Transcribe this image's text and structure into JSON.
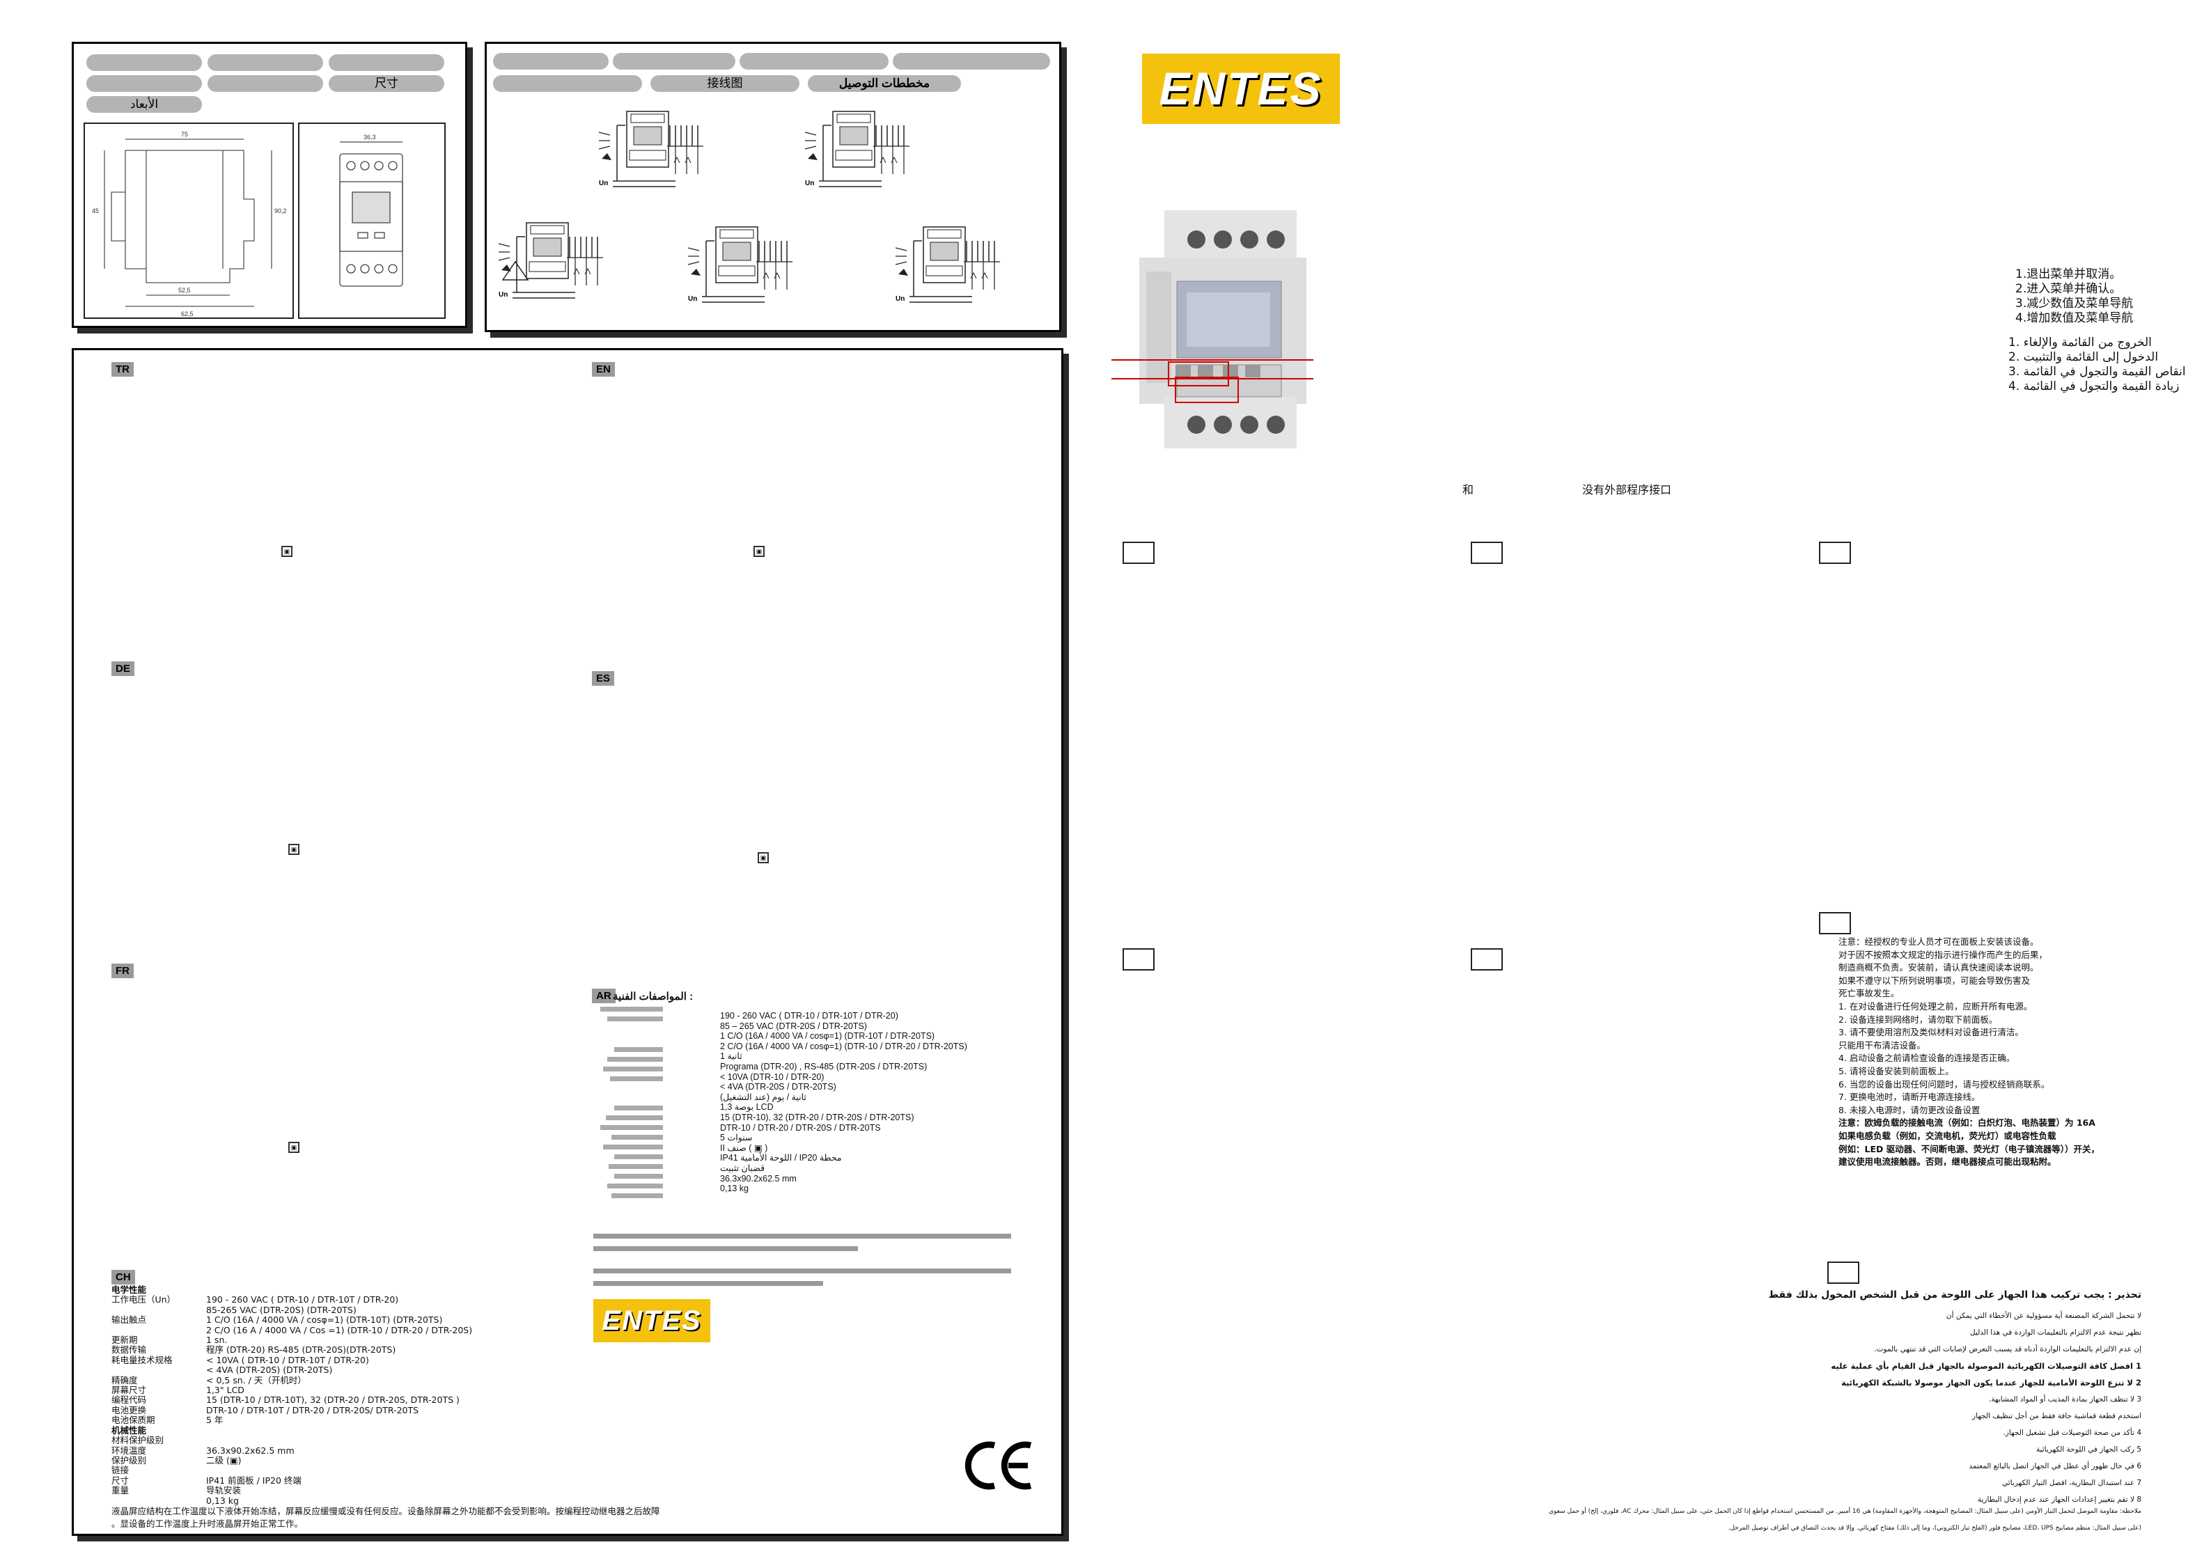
{
  "dimensions_panel": {
    "pills_row1": [
      "",
      "",
      ""
    ],
    "pill_label_cn": "尺寸",
    "pill_label_ar": "الأبعاد"
  },
  "wiring_panel": {
    "pills_row1": [
      "",
      "",
      "",
      ""
    ],
    "pill_label_cn": "接线图",
    "pill_label_ar": "مخططات التوصيل"
  },
  "language_tags": [
    "TR",
    "EN",
    "DE",
    "ES",
    "FR",
    "AR",
    "CH"
  ],
  "brand": {
    "logo_text": "ENTES",
    "logo_color": "#f4c20d"
  },
  "button_legend_cn": [
    "1.退出菜单并取消。",
    "2.进入菜单并确认。",
    "3.减少数值及菜单导航",
    "4.增加数值及菜单导航"
  ],
  "button_legend_ar": [
    "1. الخروج من القائمة والإلغاء",
    "2. الدخول إلى القائمة والتثبيت",
    "3. انقاص القيمة والتجول في القائمة",
    "4. زيادة القيمة والتجول في القائمة"
  ],
  "port_note_cn": {
    "left": "和",
    "right": "没有外部程序接口"
  },
  "ch_specs": {
    "title": "电学性能",
    "rows": [
      {
        "k": "工作电压（Un）",
        "v": "190 - 260 VAC ( DTR-10 / DTR-10T / DTR-20)"
      },
      {
        "k": "",
        "v": "85-265 VAC (DTR-20S) (DTR-20TS)"
      },
      {
        "k": "输出触点",
        "v": "1 C/O (16A / 4000 VA / cosφ=1) (DTR-10T) (DTR-20TS)"
      },
      {
        "k": "",
        "v": "2 C/O (16 A / 4000 VA / Cos  =1) (DTR-10 / DTR-20 / DTR-20S)"
      },
      {
        "k": "更新期",
        "v": "1 sn."
      },
      {
        "k": "数据传输",
        "v": "程序 (DTR-20) RS-485 (DTR-20S)(DTR-20TS)"
      },
      {
        "k": "耗电量技术规格",
        "v": "< 10VA ( DTR-10 / DTR-10T / DTR-20)"
      },
      {
        "k": "",
        "v": "< 4VA (DTR-20S) (DTR-20TS)"
      },
      {
        "k": "精确度",
        "v": "< 0,5 sn. / 天（开机时）"
      },
      {
        "k": "屏幕尺寸",
        "v": "1,3\" LCD"
      },
      {
        "k": "编程代码",
        "v": "15 (DTR-10 / DTR-10T), 32 (DTR-20 / DTR-20S, DTR-20TS )"
      },
      {
        "k": "电池更换",
        "v": "DTR-10 / DTR-10T / DTR-20 / DTR-20S/ DTR-20TS"
      },
      {
        "k": "电池保质期",
        "v": "5 年"
      }
    ],
    "mech_title": "机械性能",
    "mech_rows": [
      {
        "k": "材料保护级别",
        "v": ""
      },
      {
        "k": "环境温度",
        "v": "36.3x90.2x62.5 mm"
      },
      {
        "k": "保护级别",
        "v": "二级 (▣)"
      },
      {
        "k": "链接",
        "v": ""
      },
      {
        "k": "尺寸",
        "v": "IP41 前面板 / IP20 终端"
      },
      {
        "k": "重量",
        "v": "导轨安装"
      },
      {
        "k": "",
        "v": "0,13 kg"
      }
    ],
    "footer": "液晶屏应结构在工作温度以下液体开始冻结，屏幕反应缓慢或没有任何反应。设备除屏幕之外功能都不会受到影响。按编程控动继电器之后故障",
    "footer2": "。显设备的工作温度上升时液晶屏开始正常工作。"
  },
  "ar_specs": {
    "title": "المواصفات الفنية :",
    "values": [
      "190 - 260 VAC ( DTR-10 / DTR-10T / DTR-20)",
      "85 – 265 VAC (DTR-20S / DTR-20TS)",
      "1 C/O (16A / 4000 VA / cosφ=1) (DTR-10T / DTR-20TS)",
      "2 C/O (16A / 4000 VA / cosφ=1) (DTR-10 / DTR-20 / DTR-20TS)",
      "1 ثانية",
      "Programa (DTR-20) , RS-485 (DTR-20S / DTR-20TS)",
      "< 10VA (DTR-10 / DTR-20)",
      "< 4VA (DTR-20S / DTR-20TS)",
      "(عند التشغيل) ثانية / يوم",
      "1,3 بوصة LCD",
      "15 (DTR-10), 32 (DTR-20 / DTR-20S / DTR-20TS)",
      "DTR-10 / DTR-20 / DTR-20S / DTR-20TS",
      "5 سنوات",
      "II صنف ( ▣ )",
      "",
      "IP41 اللوحة الأمامية / IP20 محطة",
      "قضبان تثبيت",
      "36.3x90.2x62.5 mm",
      "0,13 kg"
    ]
  },
  "ch_warning": {
    "lines": [
      "注意：经授权的专业人员才可在面板上安装该设备。",
      "对于因不按照本文规定的指示进行操作而产生的后果，",
      "制造商概不负责。安装前，请认真快速阅读本说明。",
      "如果不遵守以下所列说明事项，可能会导致伤害及",
      "死亡事故发生。",
      "1. 在对设备进行任何处理之前，应断开所有电源。",
      "2. 设备连接到网络时，请勿取下前面板。",
      "3. 请不要使用溶剂及类似材料对设备进行清洁。",
      "   只能用干布清洁设备。",
      "4. 启动设备之前请检查设备的连接是否正确。",
      "5. 请将设备安装到前面板上。",
      "6. 当您的设备出现任何问题时，请与授权经销商联系。",
      "7. 更换电池时，请断开电源连接线。",
      "8. 未接入电源时，请勿更改设备设置",
      "注意：欧姆负载的接触电流（例如：白炽灯泡、电热装置）为 16A",
      "如果电感负载（例如，交流电机，荧光灯）或电容性负载",
      "例如：LED 驱动器、不间断电源、荧光灯（电子镇流器等））开关，",
      "建议使用电流接触器。否则，继电器接点可能出现粘附。"
    ]
  },
  "ar_warning": {
    "title": "تحذير : يجب تركيب هذا الجهاز على اللوحة من قبل الشخص المخول بذلك فقط",
    "lines": [
      "لا تتحمل الشركة المصنعة أية مسؤولية عن الأخطاء التي يمكن أن",
      "تظهر نتيجة عدم الالتزام بالتعليمات الواردة في هذا الدليل",
      "إن عدم الالتزام بالتعليمات الواردة أدناه قد يسبب التعرض لإصابات التي قد تنتهي بالموت.",
      "1  افصل كافة التوصيلات الكهربائية الموصولة بالجهاز قبل القيام بأي عملية عليه",
      "2  لا تنزع اللوحة الأمامية للجهاز عندما يكون الجهاز موصولا بالشبكة الكهربائية",
      "3  لا تنظف الجهاز بمادة المذيب أو المواد المشابهة.",
      "   استخدم قطعة قماشية جافة فقط من أجل تنظيف الجهاز",
      "4  تأكد من صحة التوصيلات قبل تشغيل الجهاز.",
      "5  ركب الجهاز في اللوحة الكهربائية",
      "6  في حال ظهور أي عطل في الجهاز اتصل بالبائع المعتمد",
      "7  عند استبدال البطارية، افصل التيار الكهربائي",
      "8  لا تقم بتغيير إعدادات الجهاز عند عدم إدخال البطارية",
      "ملاحظة: مقاومة الموصل لتحمل التيار الأومي (على سبيل المثال: المصابيح المتوهجة، والأجهزة المقاومة) هي 16 أمبير. من المستحسن استخدام قواطع إذا كان الحمل حثي، على سبيل المثال: محرك AC، فلوري، إلخ) أو حمل سعوي",
      "(على سبيل المثال: منظم مصابيح LED، UPS، مصابيح فلور (الفلخ تيار الكتروني)، وما إلى ذلك) مفتاح كهربائي. وإلا قد يحدث التصاق في أطراف توصيل المرحل."
    ]
  },
  "terminal_label": "Un"
}
